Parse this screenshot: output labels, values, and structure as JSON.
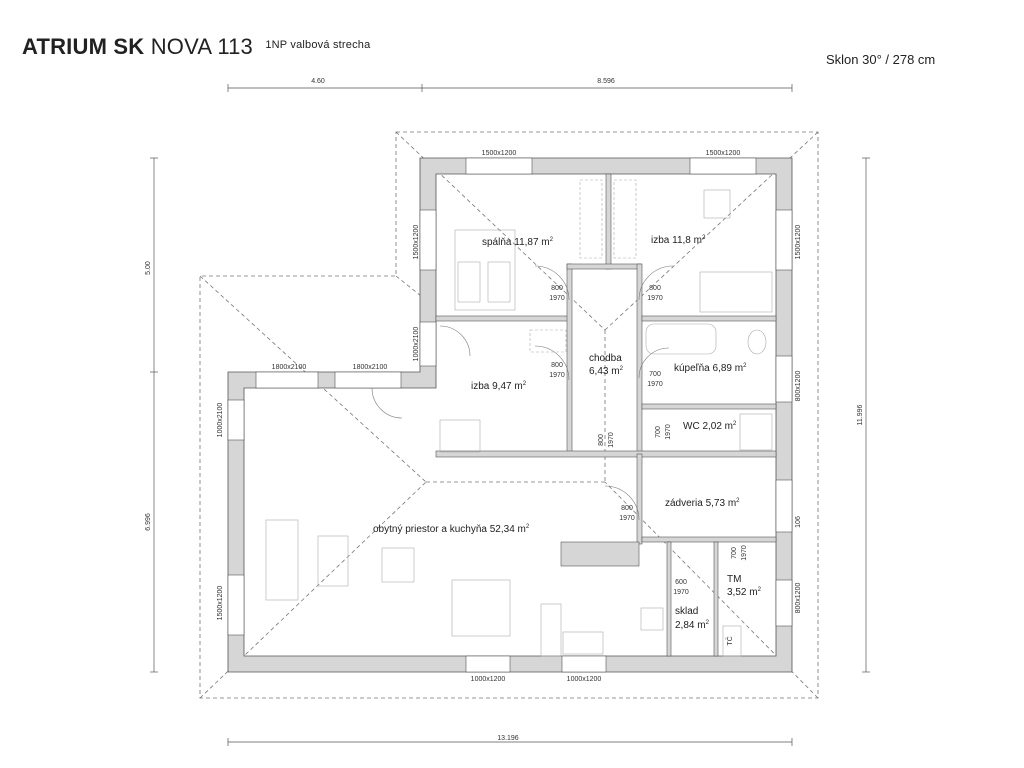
{
  "header": {
    "title_bold": "ATRIUM SK",
    "title_series": "NOVA 113",
    "subtitle": "1NP valbová strecha",
    "slope": "Sklon 30° / 278 cm"
  },
  "dimensions": {
    "top_left": "4.60",
    "top_right": "8.596",
    "bottom": "13.196",
    "left_top": "5.00",
    "left_bottom": "6.996",
    "right": "11.996"
  },
  "windows": {
    "top_1": "1500x1200",
    "top_2": "1500x1200",
    "left_bedroom": "1500x1200",
    "right_izba": "1500x1200",
    "left_izba2": "1000x2100",
    "living_1": "1800x2100",
    "living_2": "1800x2100",
    "left_living_1": "1000x2100",
    "left_living_2": "1500x1200",
    "right_kupelna": "800x1200",
    "right_zadveria": "106",
    "right_tm": "800x1200",
    "bottom_1": "1000x1200",
    "bottom_2": "1000x1200"
  },
  "rooms": {
    "spalna": {
      "name": "spálňa 11,87 m",
      "sup": "2"
    },
    "izba1": {
      "name": "izba 11,8 m",
      "sup": "2"
    },
    "chodba_name": "chodba",
    "chodba": {
      "name": "6,43 m",
      "sup": "2"
    },
    "izba2": {
      "name": "izba 9,47 m",
      "sup": "2"
    },
    "kupelna": {
      "name": "kúpeľňa 6,89 m",
      "sup": "2"
    },
    "wc": {
      "name": "WC 2,02 m",
      "sup": "2"
    },
    "zadveria": {
      "name": "zádveria 5,73 m",
      "sup": "2"
    },
    "obyvacka": {
      "name": "obytný priestor a kuchyňa 52,34 m",
      "sup": "2"
    },
    "tm_name": "TM",
    "tm": {
      "name": "3,52 m",
      "sup": "2"
    },
    "sklad_name": "sklad",
    "sklad": {
      "name": "2,84 m",
      "sup": "2"
    },
    "tc": "TČ"
  },
  "doors": {
    "d1_w": "800",
    "d1_h": "1970",
    "d2_w": "800",
    "d2_h": "1970",
    "d3_w": "800",
    "d3_h": "1970",
    "d4_w": "700",
    "d4_h": "1970",
    "d5_w": "800",
    "d5_h": "1970",
    "d6_w": "700",
    "d6_h": "1970",
    "d7_w": "800",
    "d7_h": "1970",
    "d8_w": "600",
    "d8_h": "1970",
    "d9_w": "700",
    "d9_h": "1970"
  }
}
